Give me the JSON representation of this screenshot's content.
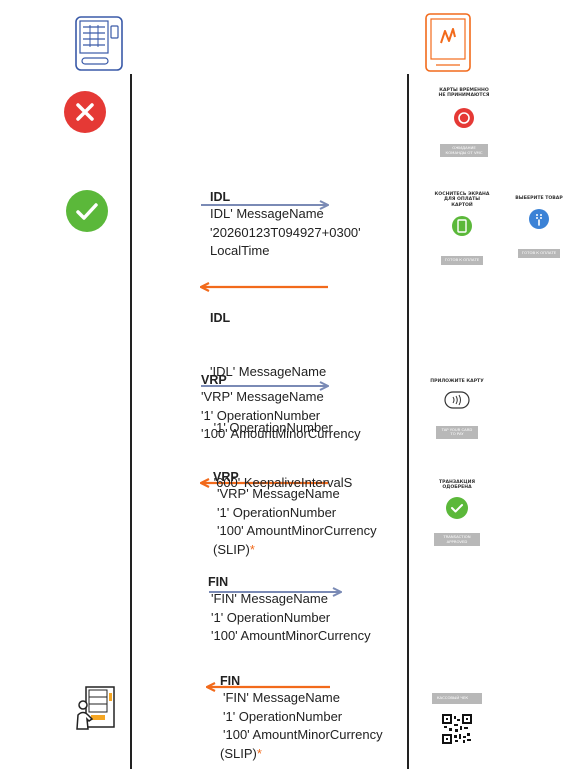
{
  "colors": {
    "request_arrow": "#7a8ab5",
    "response_arrow": "#f26a1b",
    "error": "#e53935",
    "success": "#5bb83a",
    "accent": "#f26a1b",
    "card_reader": "#f26a1b",
    "vending": "#3a5aa8"
  },
  "icons": {
    "left_header": "vending-machine-icon",
    "right_header": "card-terminal-icon",
    "error": "error-x-icon",
    "success": "success-check-icon",
    "customer": "customer-at-vending-icon"
  },
  "messages": [
    {
      "code": "IDL",
      "direction": "request",
      "lines": [
        "IDL' MessageName",
        "'20260123T094927+0300'",
        "LocalTime"
      ]
    },
    {
      "code": "IDL",
      "direction": "response",
      "lines": [
        "'IDL' MessageName",
        " '1' OperationNumber",
        " '600' KeepaliveIntervalS"
      ]
    },
    {
      "code": "VRP",
      "direction": "request",
      "lines": [
        "'VRP' MessageName",
        "'1' OperationNumber",
        "'100' AmountMinorCurrency"
      ]
    },
    {
      "code": "VRP",
      "direction": "response",
      "lines": [
        "'VRP' MessageName",
        "'1' OperationNumber",
        "'100' AmountMinorCurrency"
      ],
      "slip": "(SLIP)",
      "star": "*"
    },
    {
      "code": "FIN",
      "direction": "request",
      "lines": [
        "'FIN' MessageName",
        "'1' OperationNumber",
        "'100' AmountMinorCurrency"
      ]
    },
    {
      "code": "FIN",
      "direction": "response",
      "lines": [
        "'FIN' MessageName",
        "'1' OperationNumber",
        "'100' AmountMinorCurrency"
      ],
      "slip": "(SLIP)",
      "star": "*"
    }
  ],
  "screens": {
    "not_accepted": {
      "caption": "КАРТЫ ВРЕМЕННО НЕ ПРИНИМАЮТСЯ",
      "button": "Ожидание команды от VMC"
    },
    "idle_touch": {
      "caption": "КОСНИТЕСЬ ЭКРАНА ДЛЯ ОПЛАТЫ КАРТОЙ",
      "button": "ГОТОВ К ОПЛАТЕ"
    },
    "idle_choose": {
      "caption": "ВЫБЕРИТЕ ТОВАР",
      "button": "ГОТОВ К ОПЛАТЕ"
    },
    "tap_card": {
      "caption": "ПРИЛОЖИТЕ КАРТУ",
      "button": "TAP YOUR CARD TO PAY"
    },
    "approved": {
      "caption": "ТРАНЗАКЦИЯ ОДОБРЕНА",
      "button": "TRANSACTION APPROVED"
    },
    "receipt": {
      "button": "КАССОВЫЙ ЧЕК"
    }
  }
}
